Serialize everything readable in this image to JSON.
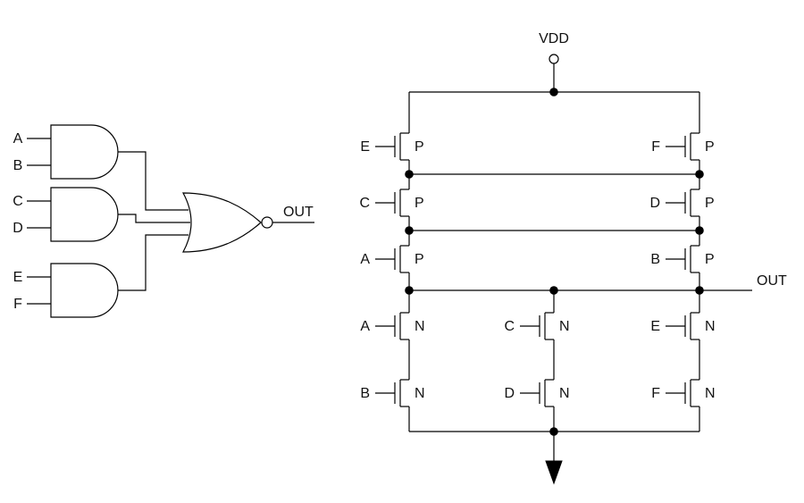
{
  "gate_schematic": {
    "and_gates": [
      {
        "input_top": "A",
        "input_bottom": "B"
      },
      {
        "input_top": "C",
        "input_bottom": "D"
      },
      {
        "input_top": "E",
        "input_bottom": "F"
      }
    ],
    "output_label": "OUT"
  },
  "cmos": {
    "vdd_label": "VDD",
    "output_label": "OUT",
    "pullup_left": [
      {
        "gate": "E",
        "type": "P"
      },
      {
        "gate": "C",
        "type": "P"
      },
      {
        "gate": "A",
        "type": "P"
      }
    ],
    "pullup_right": [
      {
        "gate": "F",
        "type": "P"
      },
      {
        "gate": "D",
        "type": "P"
      },
      {
        "gate": "B",
        "type": "P"
      }
    ],
    "pulldown_col1": [
      {
        "gate": "A",
        "type": "N"
      },
      {
        "gate": "B",
        "type": "N"
      }
    ],
    "pulldown_col2": [
      {
        "gate": "C",
        "type": "N"
      },
      {
        "gate": "D",
        "type": "N"
      }
    ],
    "pulldown_col3": [
      {
        "gate": "E",
        "type": "N"
      },
      {
        "gate": "F",
        "type": "N"
      }
    ]
  },
  "colors": {
    "background": "#ffffff",
    "line": "#000000",
    "text": "#111111"
  }
}
